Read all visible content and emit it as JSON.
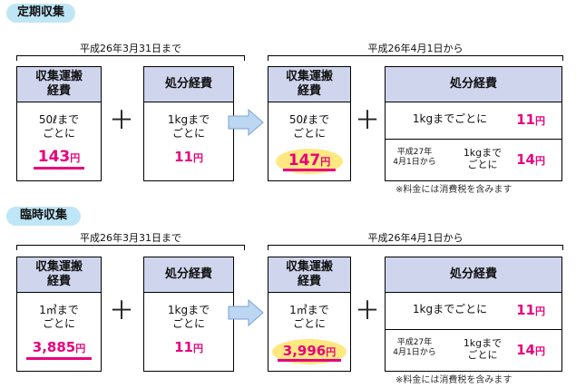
{
  "sections": [
    {
      "title": "定期収集",
      "before_period": "平成26年3月31日まで",
      "after_period": "平成26年4月1日から",
      "collection_head_1": "収集運搬",
      "collection_head_2": "経費",
      "unit_line1": "50ℓまで",
      "unit_line2": "ごとに",
      "old_price": "143",
      "new_price": "147",
      "disposal_head": "処分経費",
      "disposal_unit_line1": "1kgまで",
      "disposal_unit_line2": "ごとに",
      "old_disposal_price": "11",
      "new_disposal_row1": "1kgまでごとに",
      "new_disposal_price1": "11",
      "future_date_line1": "平成27年",
      "future_date_line2": "4月1日から",
      "future_unit_line1": "1kgまで",
      "future_unit_line2": "ごとに",
      "new_disposal_price2": "14",
      "note": "※料金には消費税を含みます"
    },
    {
      "title": "臨時収集",
      "before_period": "平成26年3月31日まで",
      "after_period": "平成26年4月1日から",
      "collection_head_1": "収集運搬",
      "collection_head_2": "経費",
      "unit_line1": "1㎥まで",
      "unit_line2": "ごとに",
      "old_price": "3,885",
      "new_price": "3,996",
      "disposal_head": "処分経費",
      "disposal_unit_line1": "1kgまで",
      "disposal_unit_line2": "ごとに",
      "old_disposal_price": "11",
      "new_disposal_row1": "1kgまでごとに",
      "new_disposal_price1": "11",
      "future_date_line1": "平成27年",
      "future_date_line2": "4月1日から",
      "future_unit_line1": "1kgまで",
      "future_unit_line2": "ごとに",
      "new_disposal_price2": "14",
      "note": "※料金には消費税を含みます"
    }
  ],
  "currency_unit": "円",
  "plus_sign": "＋",
  "colors": {
    "price": "#e8007d",
    "header_bg": "#cfd5ec",
    "pill_bg": "#bfe6f6",
    "highlight": "#ffe880"
  }
}
